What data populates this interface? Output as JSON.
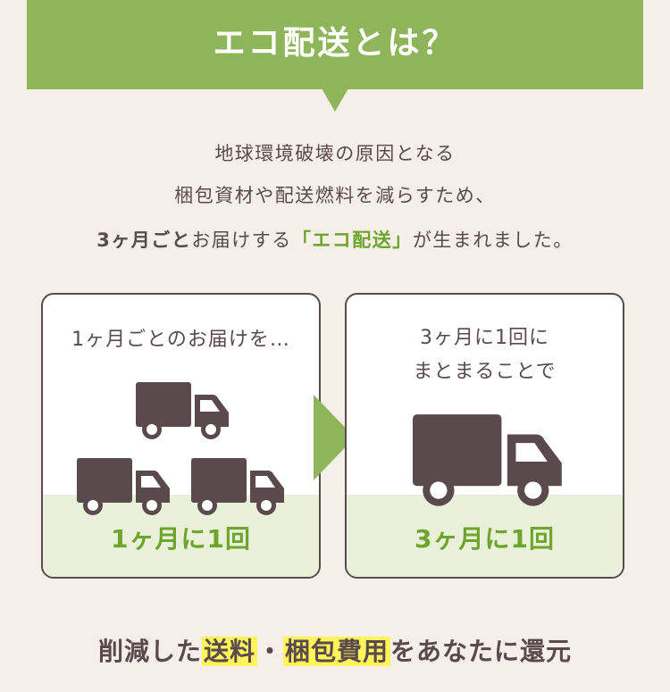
{
  "banner": {
    "title": "エコ配送とは？"
  },
  "intro": {
    "line1": "地球環境破壊の原因となる",
    "line2": "梱包資材や配送燃料を減らすため、",
    "line3_bold": "3ヶ月ごと",
    "line3_mid": "お届けする",
    "line3_green": "「エコ配送」",
    "line3_end": "が生まれました。"
  },
  "left_card": {
    "caption": "1ヶ月ごとのお届けを…",
    "frequency": "1ヶ月に1回",
    "truck_icon": "truck-icon"
  },
  "right_card": {
    "caption_line1": "3ヶ月に1回に",
    "caption_line2": "まとまることで",
    "frequency": "3ヶ月に1回",
    "truck_icon": "truck-icon"
  },
  "footer": {
    "pre": "削減した",
    "hl1": "送料",
    "sep": "・",
    "hl2": "梱包費用",
    "post": "をあなたに還元"
  },
  "colors": {
    "accent_green": "#8fb55a",
    "text_green": "#6ea52c",
    "truck": "#5a4a4d",
    "highlight": "#fff45a"
  }
}
